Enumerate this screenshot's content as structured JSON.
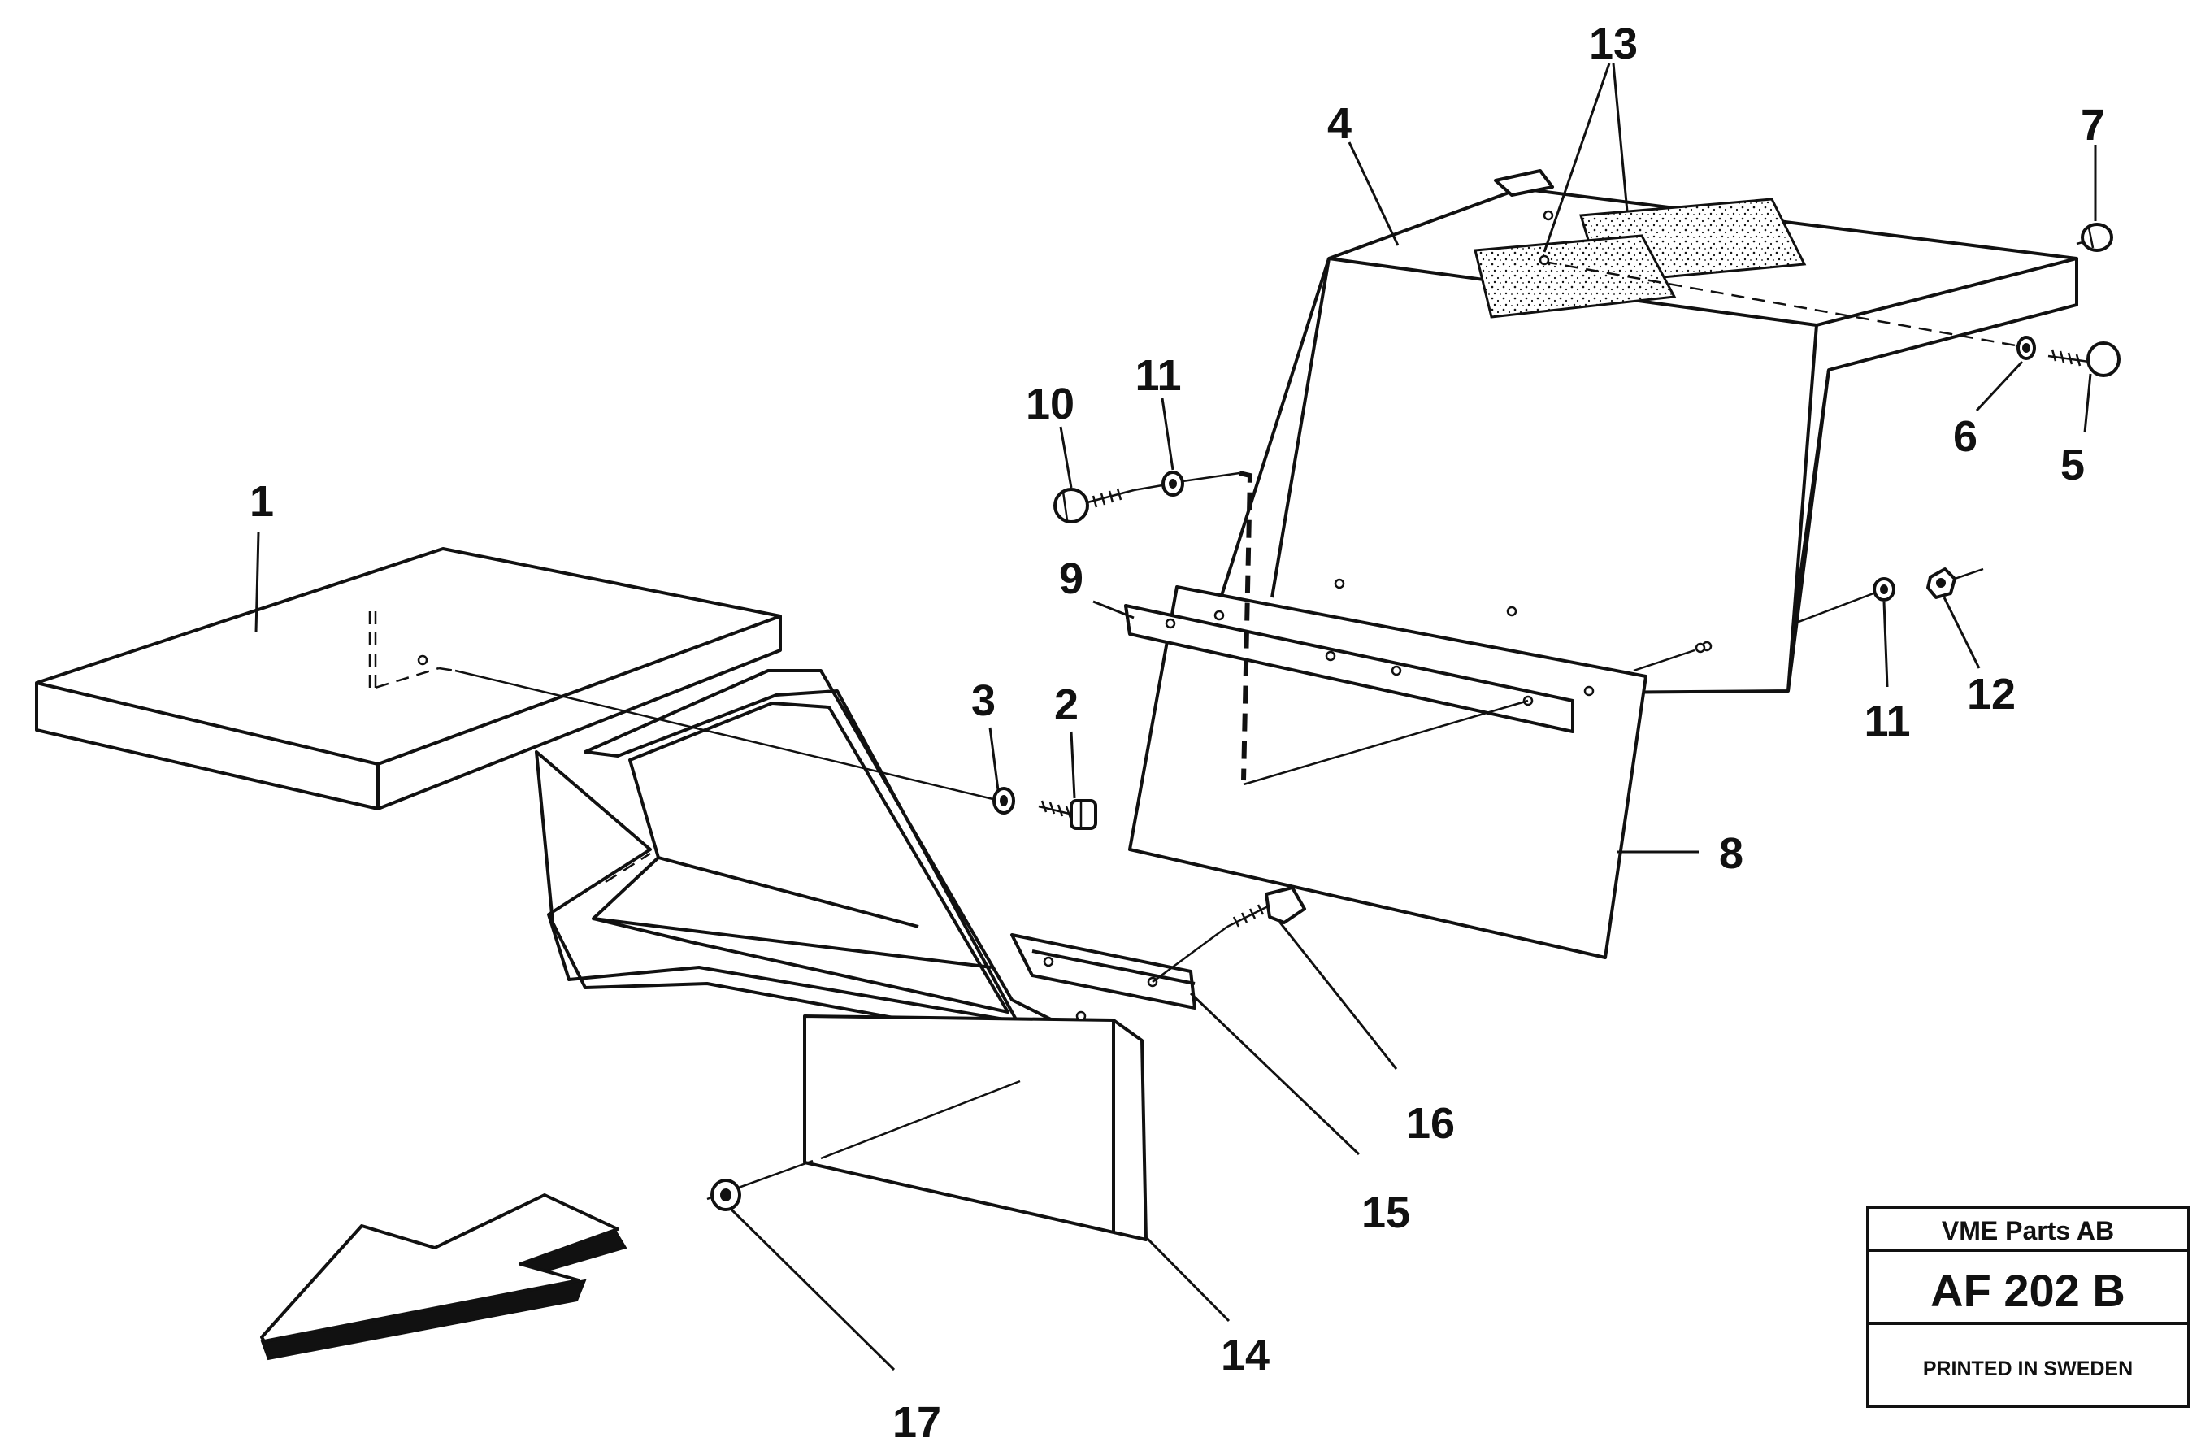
{
  "callouts": {
    "c1": "1",
    "c2": "2",
    "c3": "3",
    "c4": "4",
    "c5": "5",
    "c6": "6",
    "c7": "7",
    "c8": "8",
    "c9": "9",
    "c10": "10",
    "c11a": "11",
    "c11b": "11",
    "c12": "12",
    "c13": "13",
    "c14": "14",
    "c15": "15",
    "c16": "16",
    "c17": "17"
  },
  "title_block": {
    "company": "VME Parts AB",
    "code": "AF 202 B",
    "printed": "PRINTED IN SWEDEN"
  },
  "colors": {
    "ink": "#111111",
    "paper": "#ffffff"
  }
}
